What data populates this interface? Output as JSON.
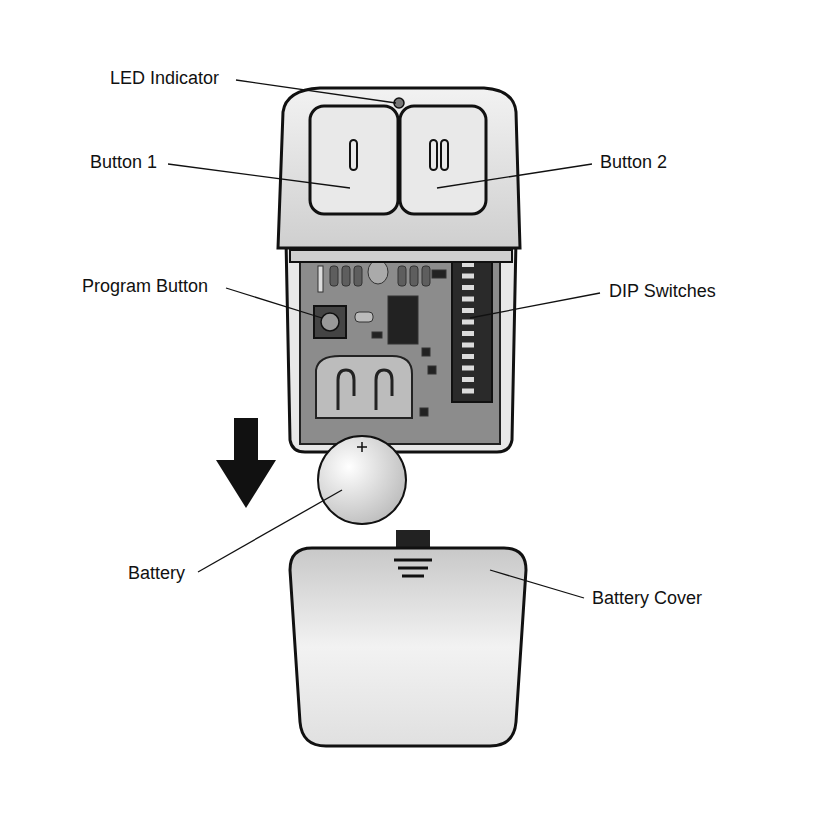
{
  "diagram": {
    "labels": [
      "LED Indicator",
      "Button 1",
      "Button 2",
      "Program Button",
      "DIP Switches",
      "Battery",
      "Battery Cover"
    ]
  }
}
